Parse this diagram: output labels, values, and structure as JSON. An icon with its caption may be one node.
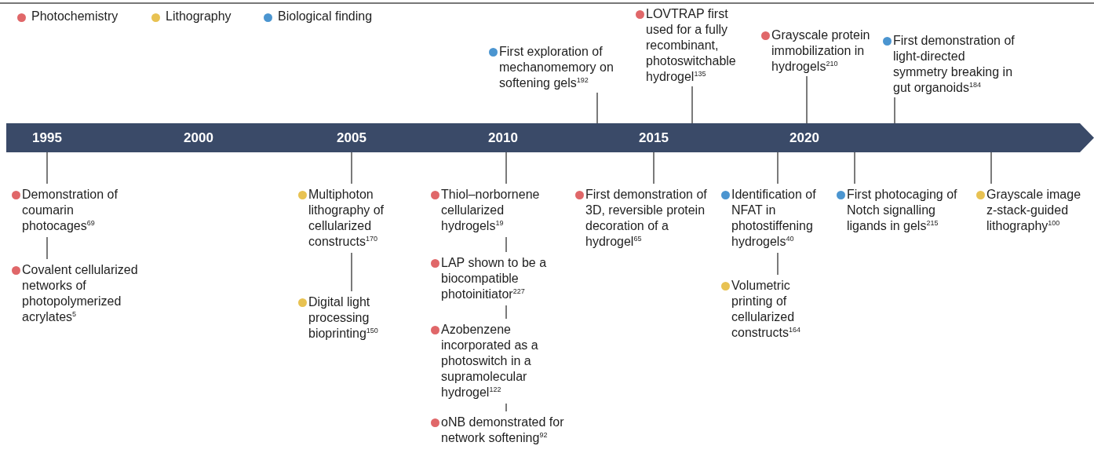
{
  "diagram": {
    "nodes": [
      {
        "text": [
          "First exploration of mechanomemory on softening gels$^{192}$"
        ]
      },
      {
        "text": [
          "LOVTRAP first used for a fully recombinant, photoswitchable hydrogel$^{135}$"
        ]
      },
      {
        "text": [
          "Grayscale protein immobilization in hydrogels$^{210}$"
        ]
      },
      {
        "text": [
          "First demonstration of light-directed symmetry breaking in gut organoids$^{184}$"
        ]
      },
      {
        "text": [
          "1995",
          "2000",
          "2005",
          "2010",
          "2015",
          "2020"
        ]
      },
      {
        "text": [
          "Demonstration of coumarin photocages$^{69}$"
        ]
      },
      {
        "text": [
          "Covalent cellularized networks of photopolymerized acrylates$^{5}$"
        ]
      },
      {
        "text": [
          "Multiphoton lithography of cellularized constructs$^{170}$"
        ]
      },
      {
        "text": [
          "Digital light processing bioprinting$^{150}$"
        ]
      },
      {
        "text": [
          "Thiol–norbornene cellularized hydrogels$^{19}$"
        ]
      },
      {
        "text": [
          "LAP shown to be a biocompatible photoinitiator$^{227}$"
        ]
      },
      {
        "text": [
          "Azobenzene incorporated as a photoswitch in a supramolecular hydrogel$^{122}$"
        ]
      },
      {
        "text": [
          "oNB demonstrated for network softening$^{92}$"
        ]
      },
      {
        "text": [
          "First demonstration of 3D, reversible protein decoration of a hydrogel$^{65}$"
        ]
      },
      {
        "text": [
          "Identification of NFAT in photostiffening hydrogels$^{40}$"
        ]
      },
      {
        "text": [
          "Volumetric printing of cellularized constructs$^{164}$"
        ]
      },
      {
        "text": [
          "First photocaging of Notch signalling ligands in gels$^{215}$"
        ]
      },
      {
        "text": [
          "Grayscale image z-stack-guided lithography$^{100}$"
        ]
      }
    ],
    "edges": [
      {
        "from": 4,
        "to": 0,
        "arrow": "none"
      },
      {
        "from": 4,
        "to": 1,
        "arrow": "none"
      },
      {
        "from": 4,
        "to": 2,
        "arrow": "none"
      },
      {
        "from": 4,
        "to": 3,
        "arrow": "none"
      },
      {
        "from": 4,
        "to": 5,
        "arrow": "none"
      },
      {
        "from": 5,
        "to": 6,
        "arrow": "none"
      },
      {
        "from": 4,
        "to": 7,
        "arrow": "none"
      },
      {
        "from": 7,
        "to": 8,
        "arrow": "none"
      },
      {
        "from": 4,
        "to": 9,
        "arrow": "none"
      },
      {
        "from": 9,
        "to": 10,
        "arrow": "none"
      },
      {
        "from": 10,
        "to": 11,
        "arrow": "none"
      },
      {
        "from": 11,
        "to": 12,
        "arrow": "none"
      },
      {
        "from": 4,
        "to": 13,
        "arrow": "none"
      },
      {
        "from": 4,
        "to": 14,
        "arrow": "none"
      },
      {
        "from": 14,
        "to": 15,
        "arrow": "none"
      },
      {
        "from": 4,
        "to": 16,
        "arrow": "none"
      },
      {
        "from": 4,
        "to": 17,
        "arrow": "none"
      }
    ],
    "legend": [
      {
        "text": "Photochemistry",
        "color": "#e06769"
      },
      {
        "text": "Lithography",
        "color": "#e8c252"
      },
      {
        "text": "Biological finding",
        "color": "#4b95d0"
      }
    ]
  }
}
